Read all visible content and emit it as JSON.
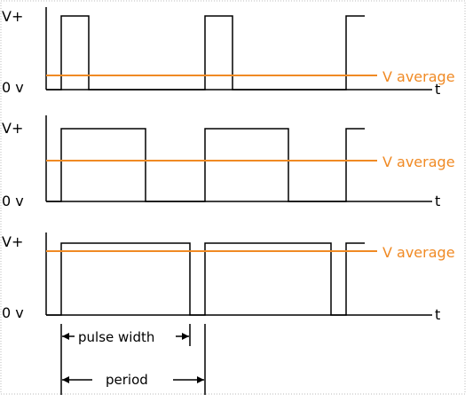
{
  "diagram": {
    "colors": {
      "background": "#ffffff",
      "signal": "#000000",
      "average": "#f08a24",
      "border": "#bbbbbb"
    },
    "panels": [
      {
        "name": "low-duty-cycle",
        "v_high_label": "V+",
        "v_low_label": "0 v",
        "time_label": "t",
        "average_label": "V average"
      },
      {
        "name": "medium-duty-cycle",
        "v_high_label": "V+",
        "v_low_label": "0 v",
        "time_label": "t",
        "average_label": "V average"
      },
      {
        "name": "high-duty-cycle",
        "v_high_label": "V+",
        "v_low_label": "0 v",
        "time_label": "t",
        "average_label": "V average"
      }
    ],
    "pulse_width_label": "pulse width",
    "period_label": "period"
  }
}
